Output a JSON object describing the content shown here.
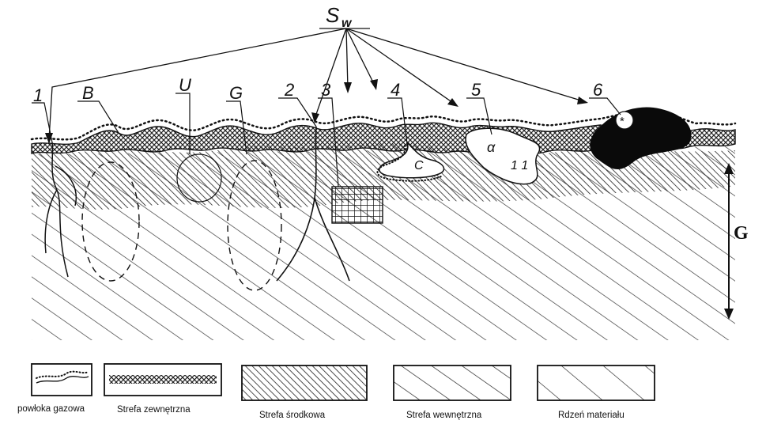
{
  "surface_symbol": "S",
  "surface_symbol_sub": "w",
  "depth_label": "G",
  "defect_labels": [
    "1",
    "B",
    "U",
    "G",
    "2",
    "3",
    "4",
    "5",
    "6"
  ],
  "pore_marks": [
    "C",
    "α",
    "1 1",
    "*"
  ],
  "legend": [
    {
      "key": "gas",
      "label": "powłoka gazowa"
    },
    {
      "key": "outer",
      "label": "Strefa zewnętrzna"
    },
    {
      "key": "middle",
      "label": "Strefa środkowa"
    },
    {
      "key": "inner",
      "label": "Strefa wewnętrzna"
    },
    {
      "key": "core",
      "label": "Rdzeń materiału"
    }
  ]
}
